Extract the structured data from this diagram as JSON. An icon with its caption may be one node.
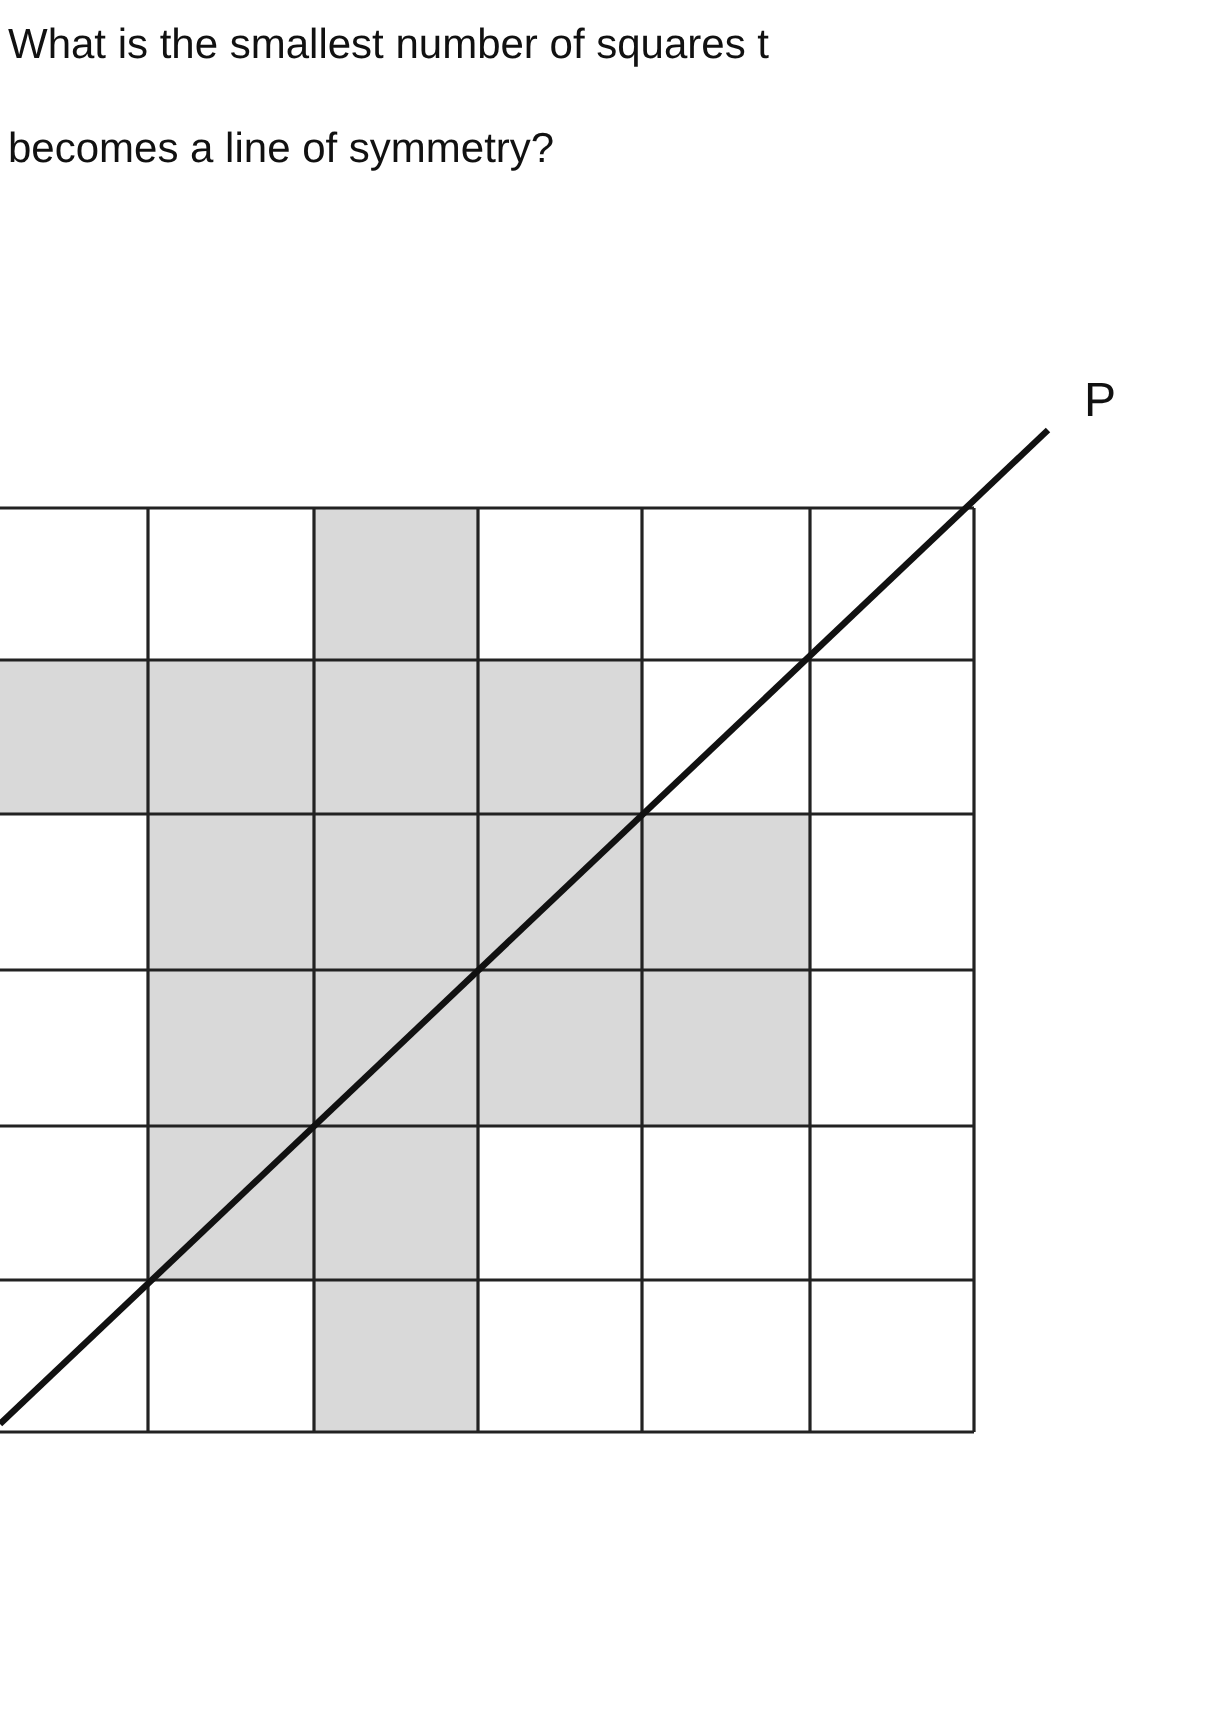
{
  "diagram": {
    "labels": [
      "What is the smallest number of squares t",
      "becomes a line of symmetry?",
      "P"
    ]
  }
}
